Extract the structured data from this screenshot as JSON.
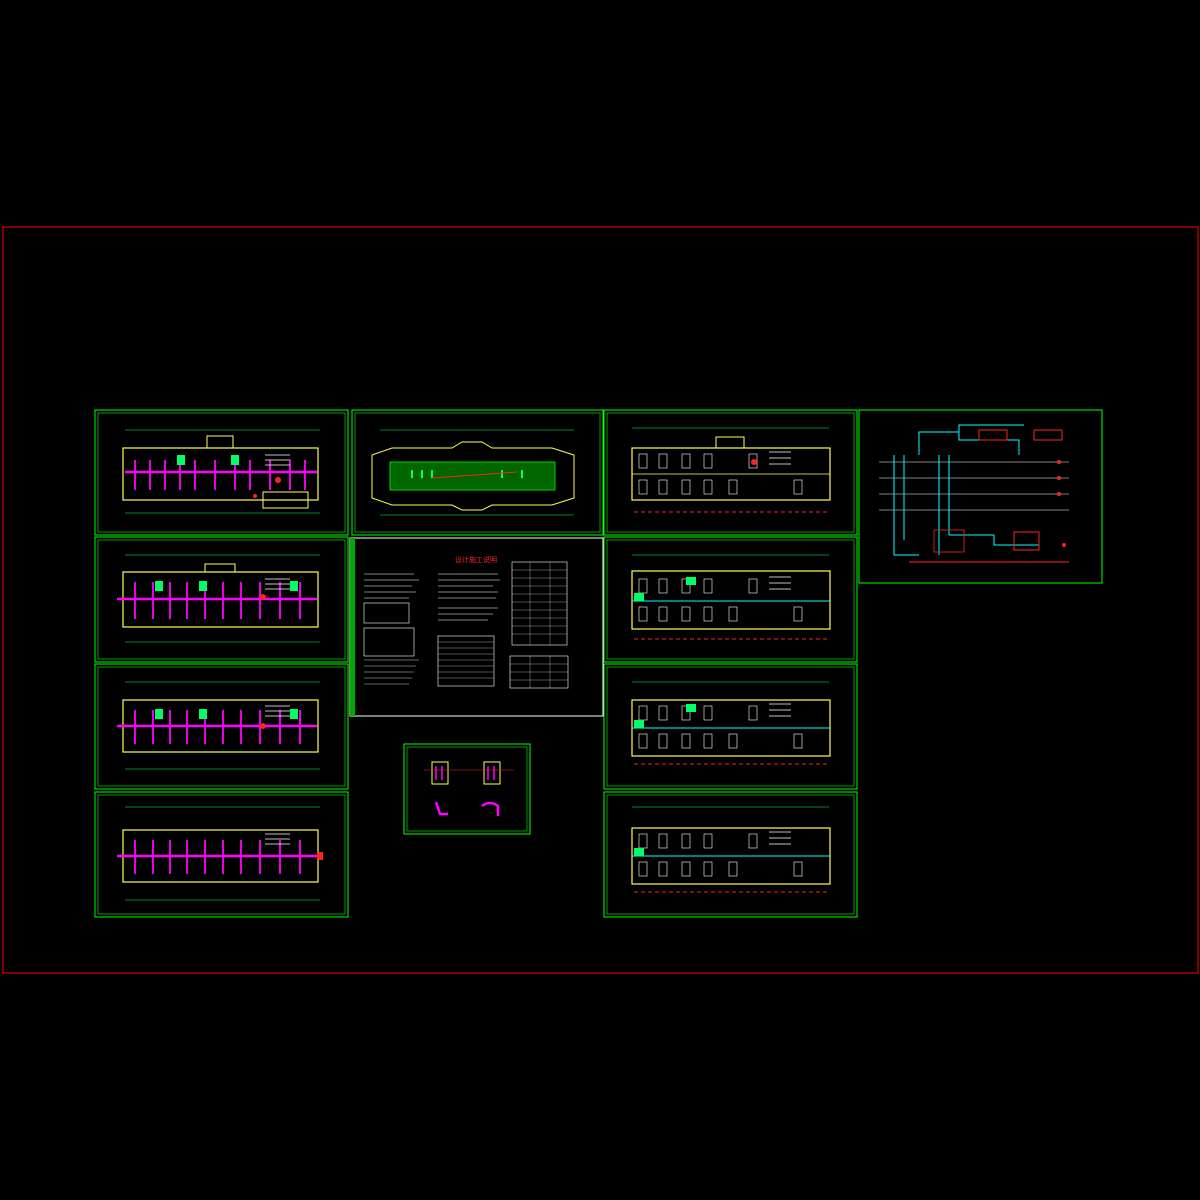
{
  "drawing": {
    "background": "#000000",
    "colors": {
      "sheet_border": "#ff0000",
      "frame": "#00ff00",
      "wall": "#ffff55",
      "pipe": "#ff00ff",
      "grid": "#00ff66",
      "annotation": "#ff2222",
      "text": "#ffffff",
      "system_line": "#00ffff"
    }
  },
  "notes_sheet": {
    "title": "设计施工说明",
    "has_tables": true
  },
  "sheets": {
    "left_column": [
      "heating-plan-floor-1",
      "heating-plan-floor-2",
      "heating-plan-floor-3",
      "heating-plan-floor-4"
    ],
    "center_column": [
      "roof-plan",
      "design-notes",
      "detail-drawing"
    ],
    "right_column": [
      "ac-plan-floor-1",
      "ac-plan-floor-2",
      "ac-plan-floor-3",
      "ac-plan-floor-4"
    ],
    "far_right": [
      "system-diagram"
    ]
  }
}
